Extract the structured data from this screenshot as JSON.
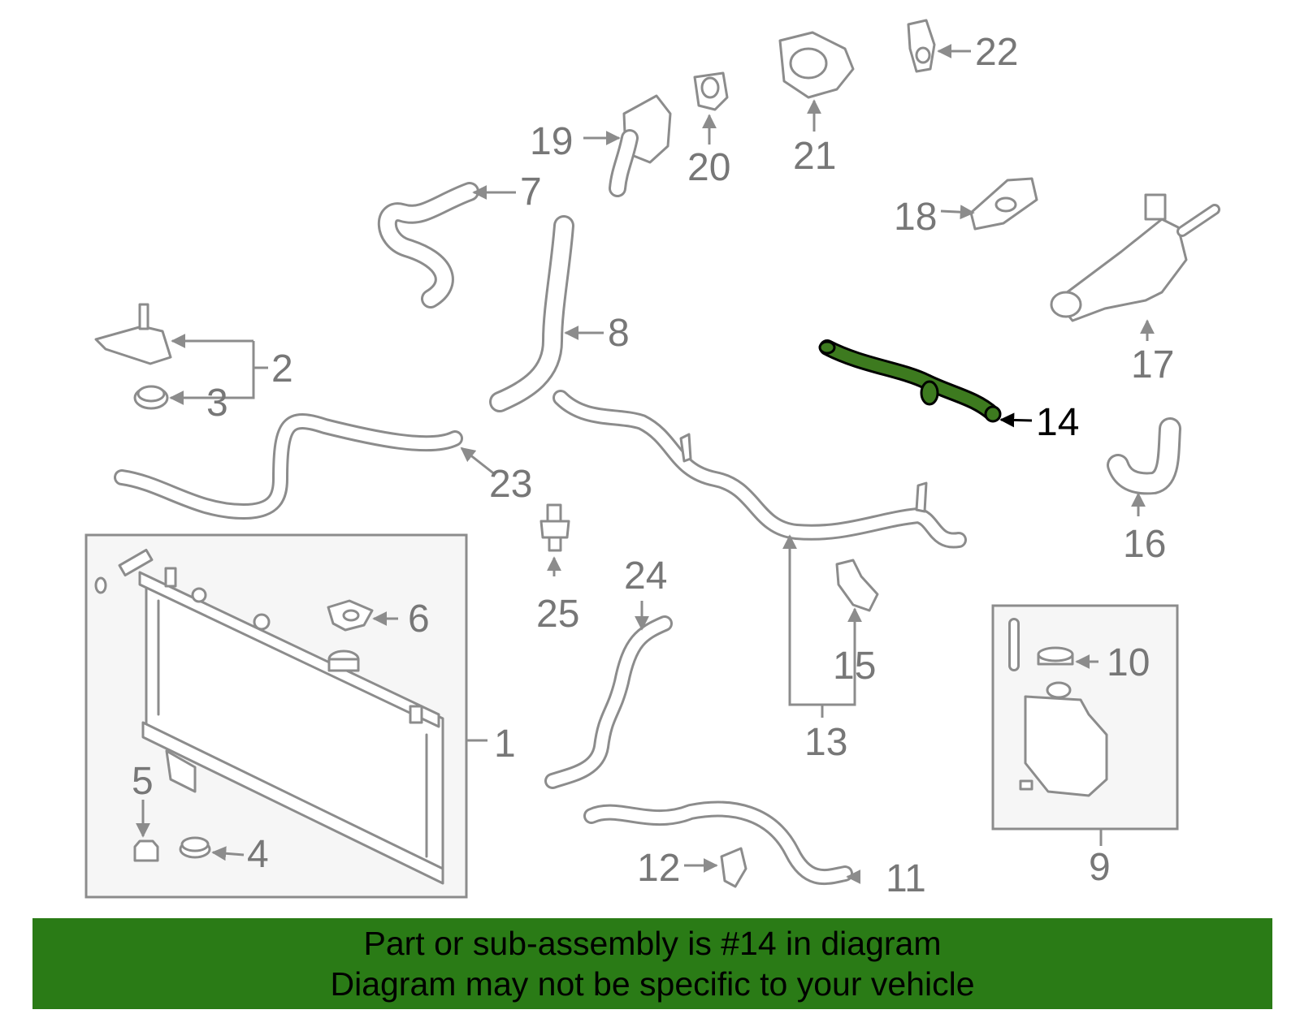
{
  "diagram": {
    "highlighted_part": "14",
    "colors": {
      "highlight_fill": "#3d7a1f",
      "part_stroke": "#8c8c8c",
      "banner_bg": "#2a7b16",
      "box_fill": "#f6f6f6"
    },
    "callouts": {
      "c1": "1",
      "c2": "2",
      "c3": "3",
      "c4": "4",
      "c5": "5",
      "c6": "6",
      "c7": "7",
      "c8": "8",
      "c9": "9",
      "c10": "10",
      "c11": "11",
      "c12": "12",
      "c13": "13",
      "c14": "14",
      "c15": "15",
      "c16": "16",
      "c17": "17",
      "c18": "18",
      "c19": "19",
      "c20": "20",
      "c21": "21",
      "c22": "22",
      "c23": "23",
      "c24": "24",
      "c25": "25"
    }
  },
  "banner": {
    "line1": "Part or sub-assembly is #14 in diagram",
    "line2": "Diagram may not be specific to your vehicle"
  }
}
